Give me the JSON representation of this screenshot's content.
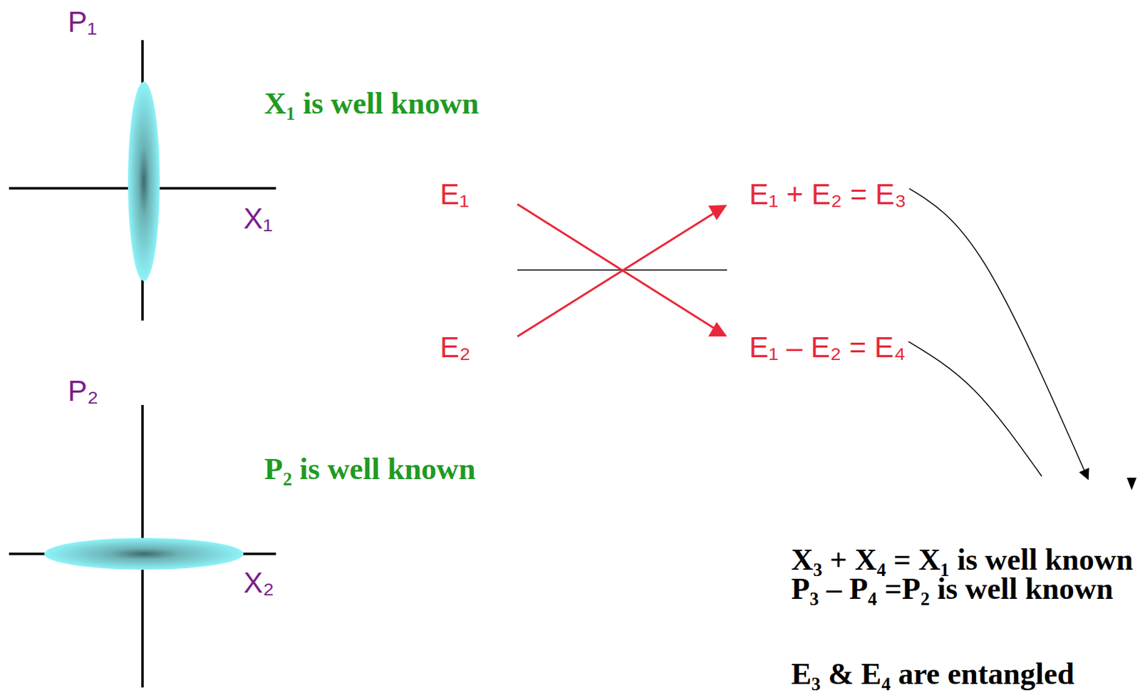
{
  "diagram": {
    "labels": [
      "P₁",
      "X₁ is well known",
      "E₁",
      "E₁ + E₂  = E₃",
      "X₁",
      "E₂",
      "E₁ – E₂   = E₄",
      "P₂",
      "P₂ is well known",
      "X₂",
      "X₃ + X₄ = X₁ is well known",
      "P₃  – P₄ =P₂ is well known",
      "E₃ & E₄ are entangled"
    ]
  }
}
